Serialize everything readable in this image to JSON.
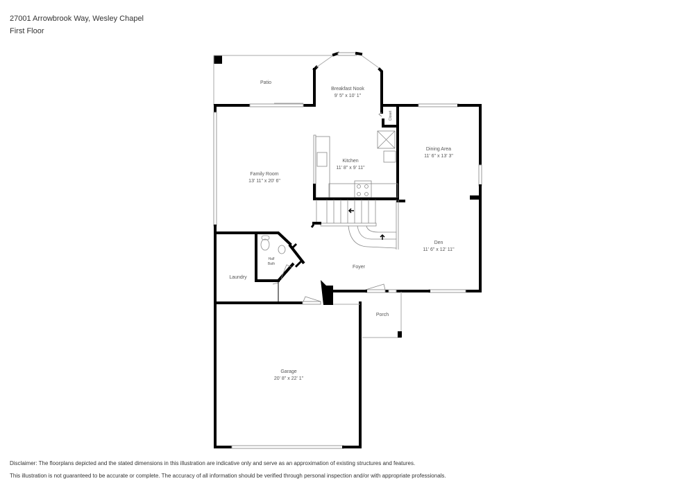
{
  "header": {
    "address": "27001 Arrowbrook Way, Wesley Chapel",
    "floor": "First Floor"
  },
  "rooms": {
    "patio": {
      "name": "Patio"
    },
    "breakfast_nook": {
      "name": "Breakfast Nook",
      "dims": "9' 5\" x 10' 1\""
    },
    "closet": {
      "name": "Closet"
    },
    "kitchen": {
      "name": "Kitchen",
      "dims": "11' 8\" x 9' 11\""
    },
    "dining_area": {
      "name": "Dining Area",
      "dims": "11' 6\" x 13' 3\""
    },
    "family_room": {
      "name": "Family Room",
      "dims": "13' 11\" x 20' 6\""
    },
    "half_bath": {
      "name_line1": "Half",
      "name_line2": "Bath"
    },
    "laundry": {
      "name": "Laundry"
    },
    "foyer": {
      "name": "Foyer"
    },
    "den": {
      "name": "Den",
      "dims": "11' 6\" x 12' 11\""
    },
    "porch": {
      "name": "Porch"
    },
    "garage": {
      "name": "Garage",
      "dims": "20' 8\" x 22' 1\""
    }
  },
  "disclaimer": {
    "line1": "Disclaimer: The floorplans depicted and the stated dimensions in this illustration are indicative only and serve as an approximation of existing structures and features.",
    "line2": "This illustration is not guaranteed to be accurate or complete. The accuracy of all information should be verified through personal inspection and/or with appropriate professionals."
  }
}
